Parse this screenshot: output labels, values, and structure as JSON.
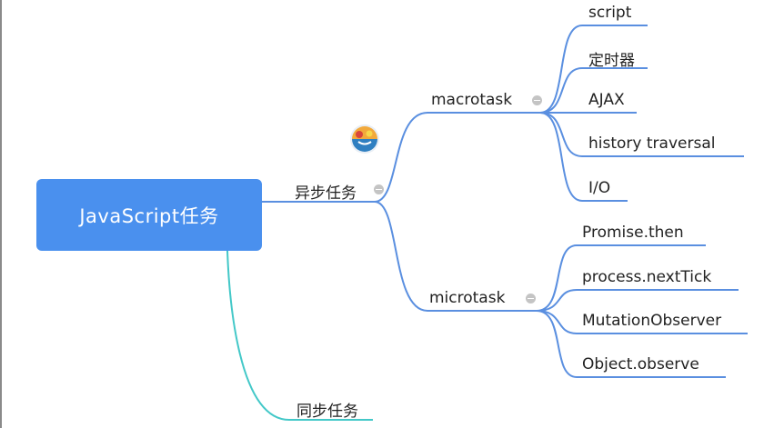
{
  "root": {
    "label": "JavaScript任务"
  },
  "branches": {
    "async": {
      "label": "异步任务",
      "children": {
        "macrotask": {
          "label": "macrotask",
          "items": [
            "script",
            "定时器",
            "AJAX",
            "history traversal",
            "I/O"
          ]
        },
        "microtask": {
          "label": "microtask",
          "items": [
            "Promise.then",
            "process.nextTick",
            "MutationObserver",
            "Object.observe"
          ]
        }
      }
    },
    "sync": {
      "label": "同步任务"
    }
  },
  "colors": {
    "root_fill": "#4a90ee",
    "async_branch": "#5a8fe0",
    "sync_branch": "#43c8c8",
    "collapse_button": "#c4c4c4"
  },
  "icons": [
    "collapse-icon",
    "sticker-icon"
  ]
}
